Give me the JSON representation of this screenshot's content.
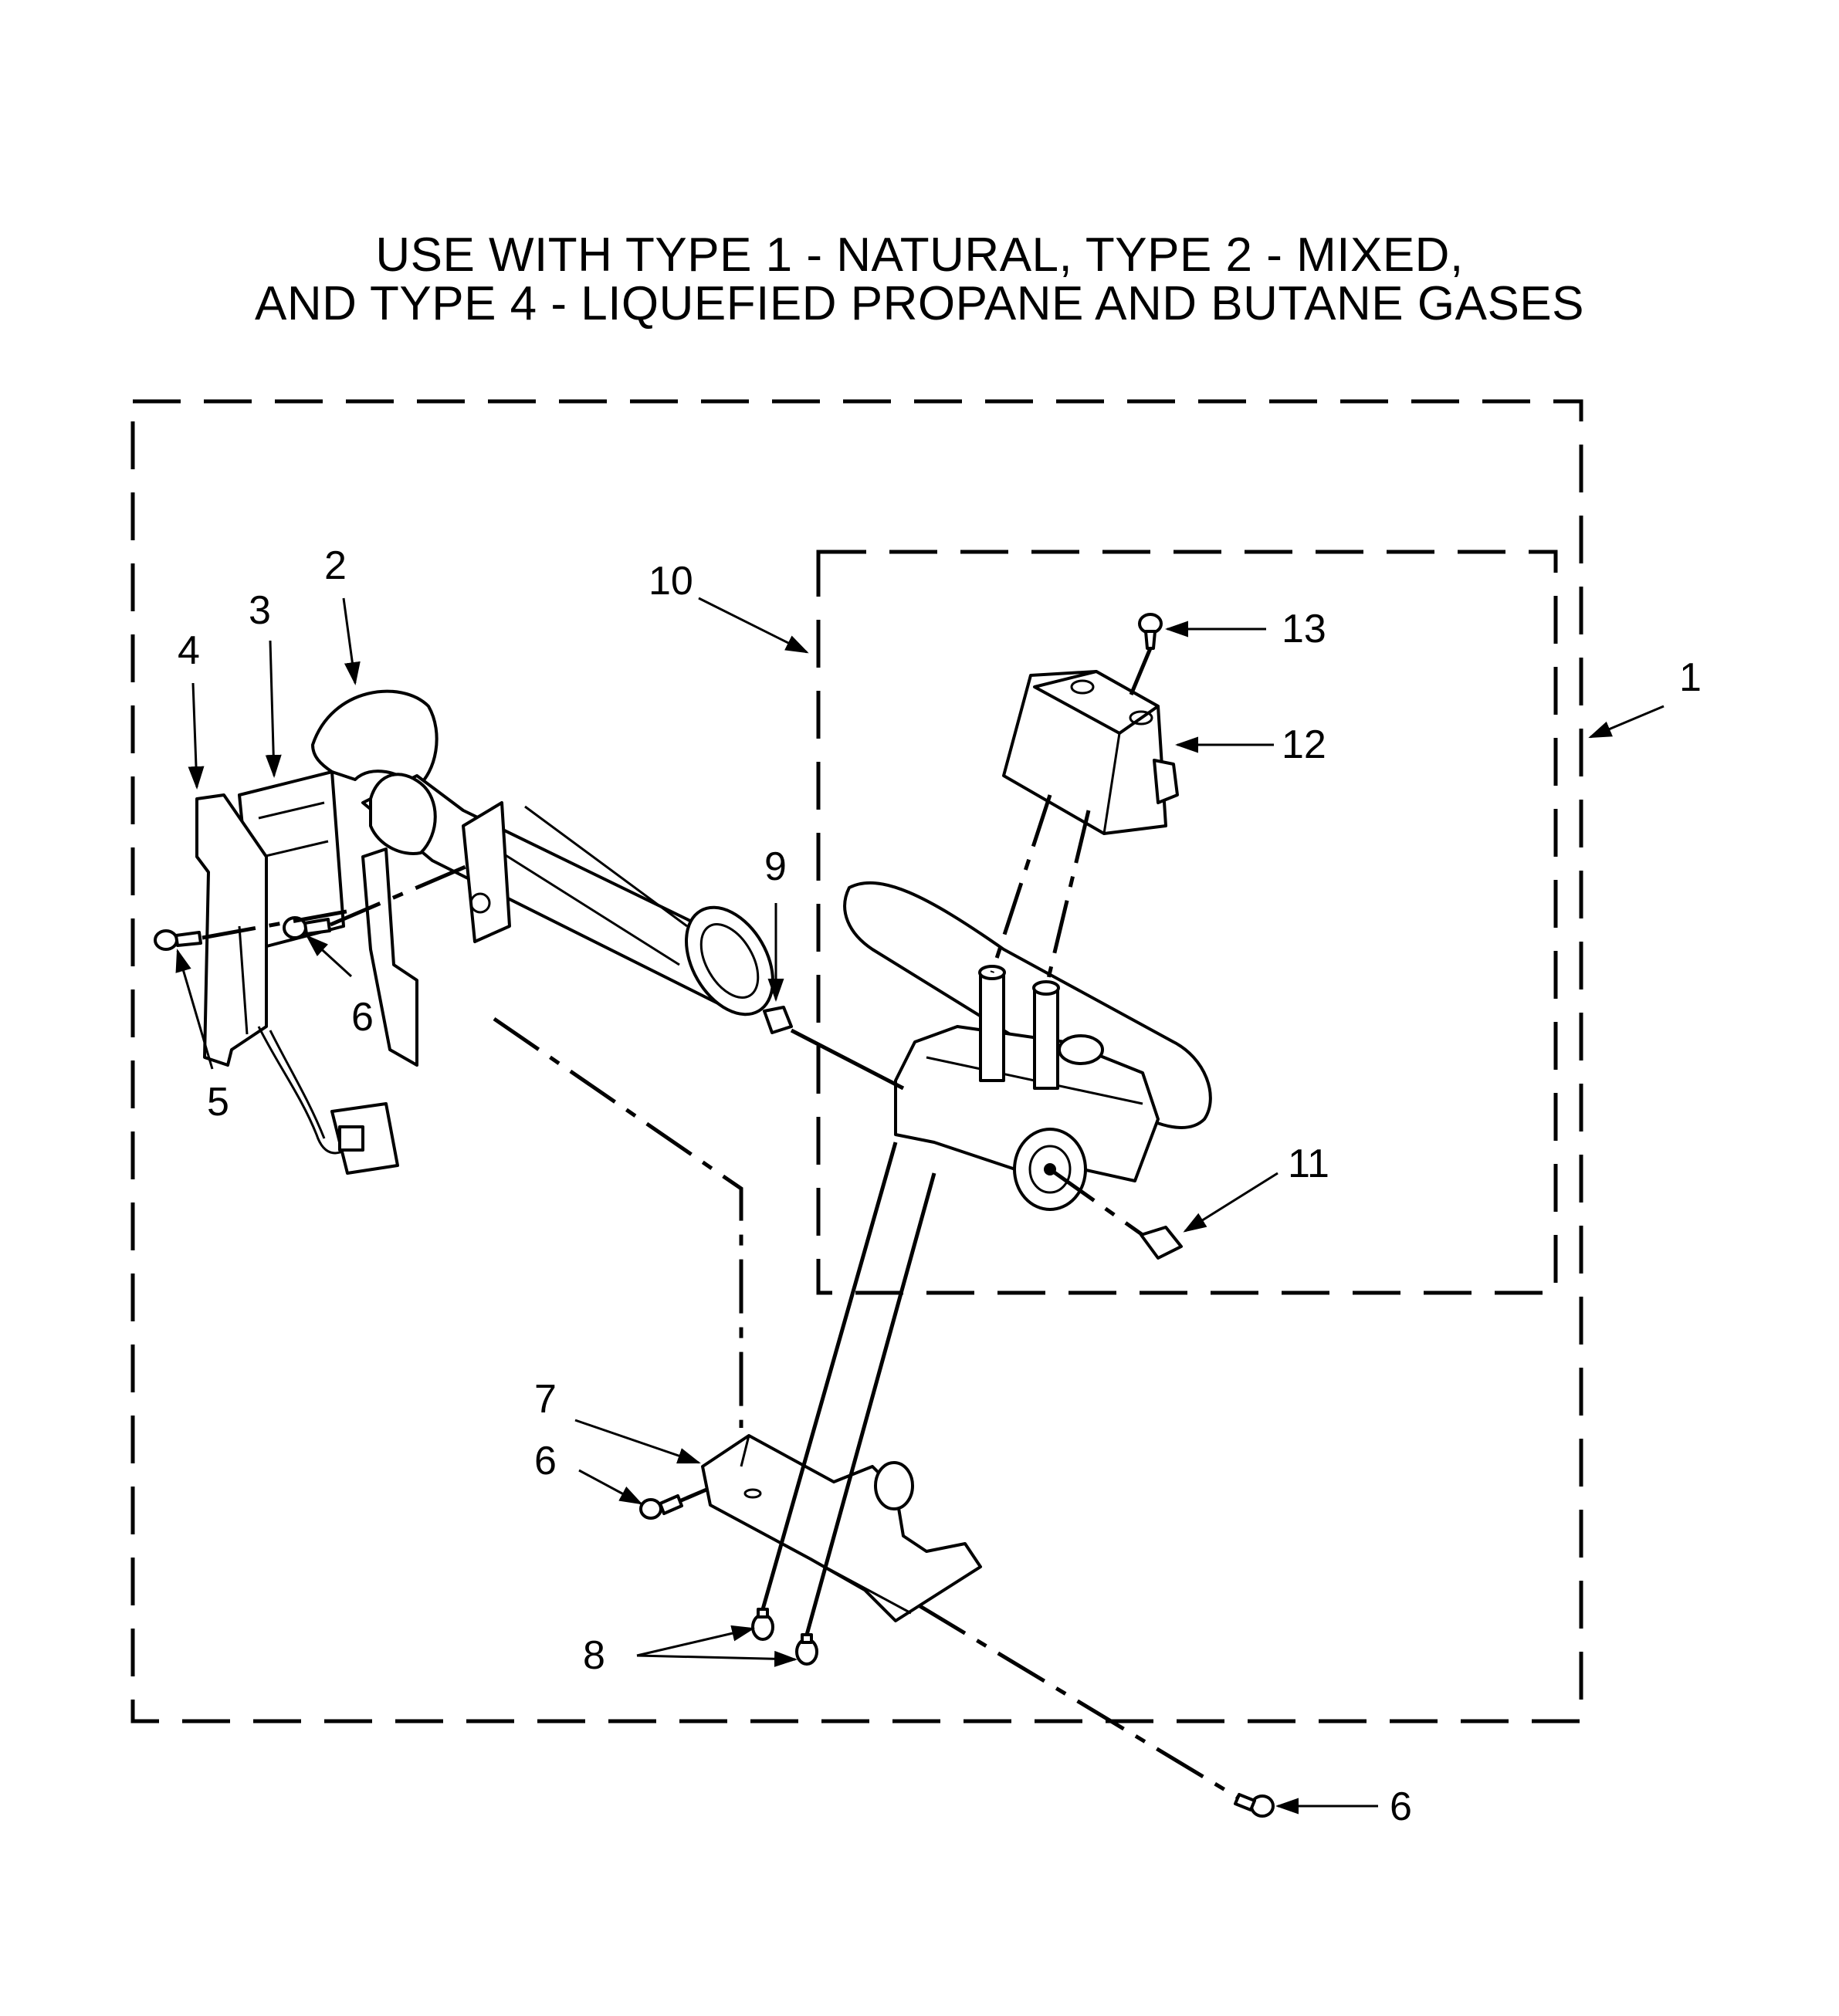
{
  "title": {
    "line1": "USE WITH TYPE 1 - NATURAL, TYPE 2 - MIXED,",
    "line2": "AND TYPE 4 - LIQUEFIED PROPANE AND BUTANE GASES"
  },
  "callouts": {
    "c1": "1",
    "c2": "2",
    "c3": "3",
    "c4": "4",
    "c5": "5",
    "c6a": "6",
    "c6b": "6",
    "c6c": "6",
    "c7": "7",
    "c8": "8",
    "c9": "9",
    "c10": "10",
    "c11": "11",
    "c12": "12",
    "c13": "13"
  }
}
